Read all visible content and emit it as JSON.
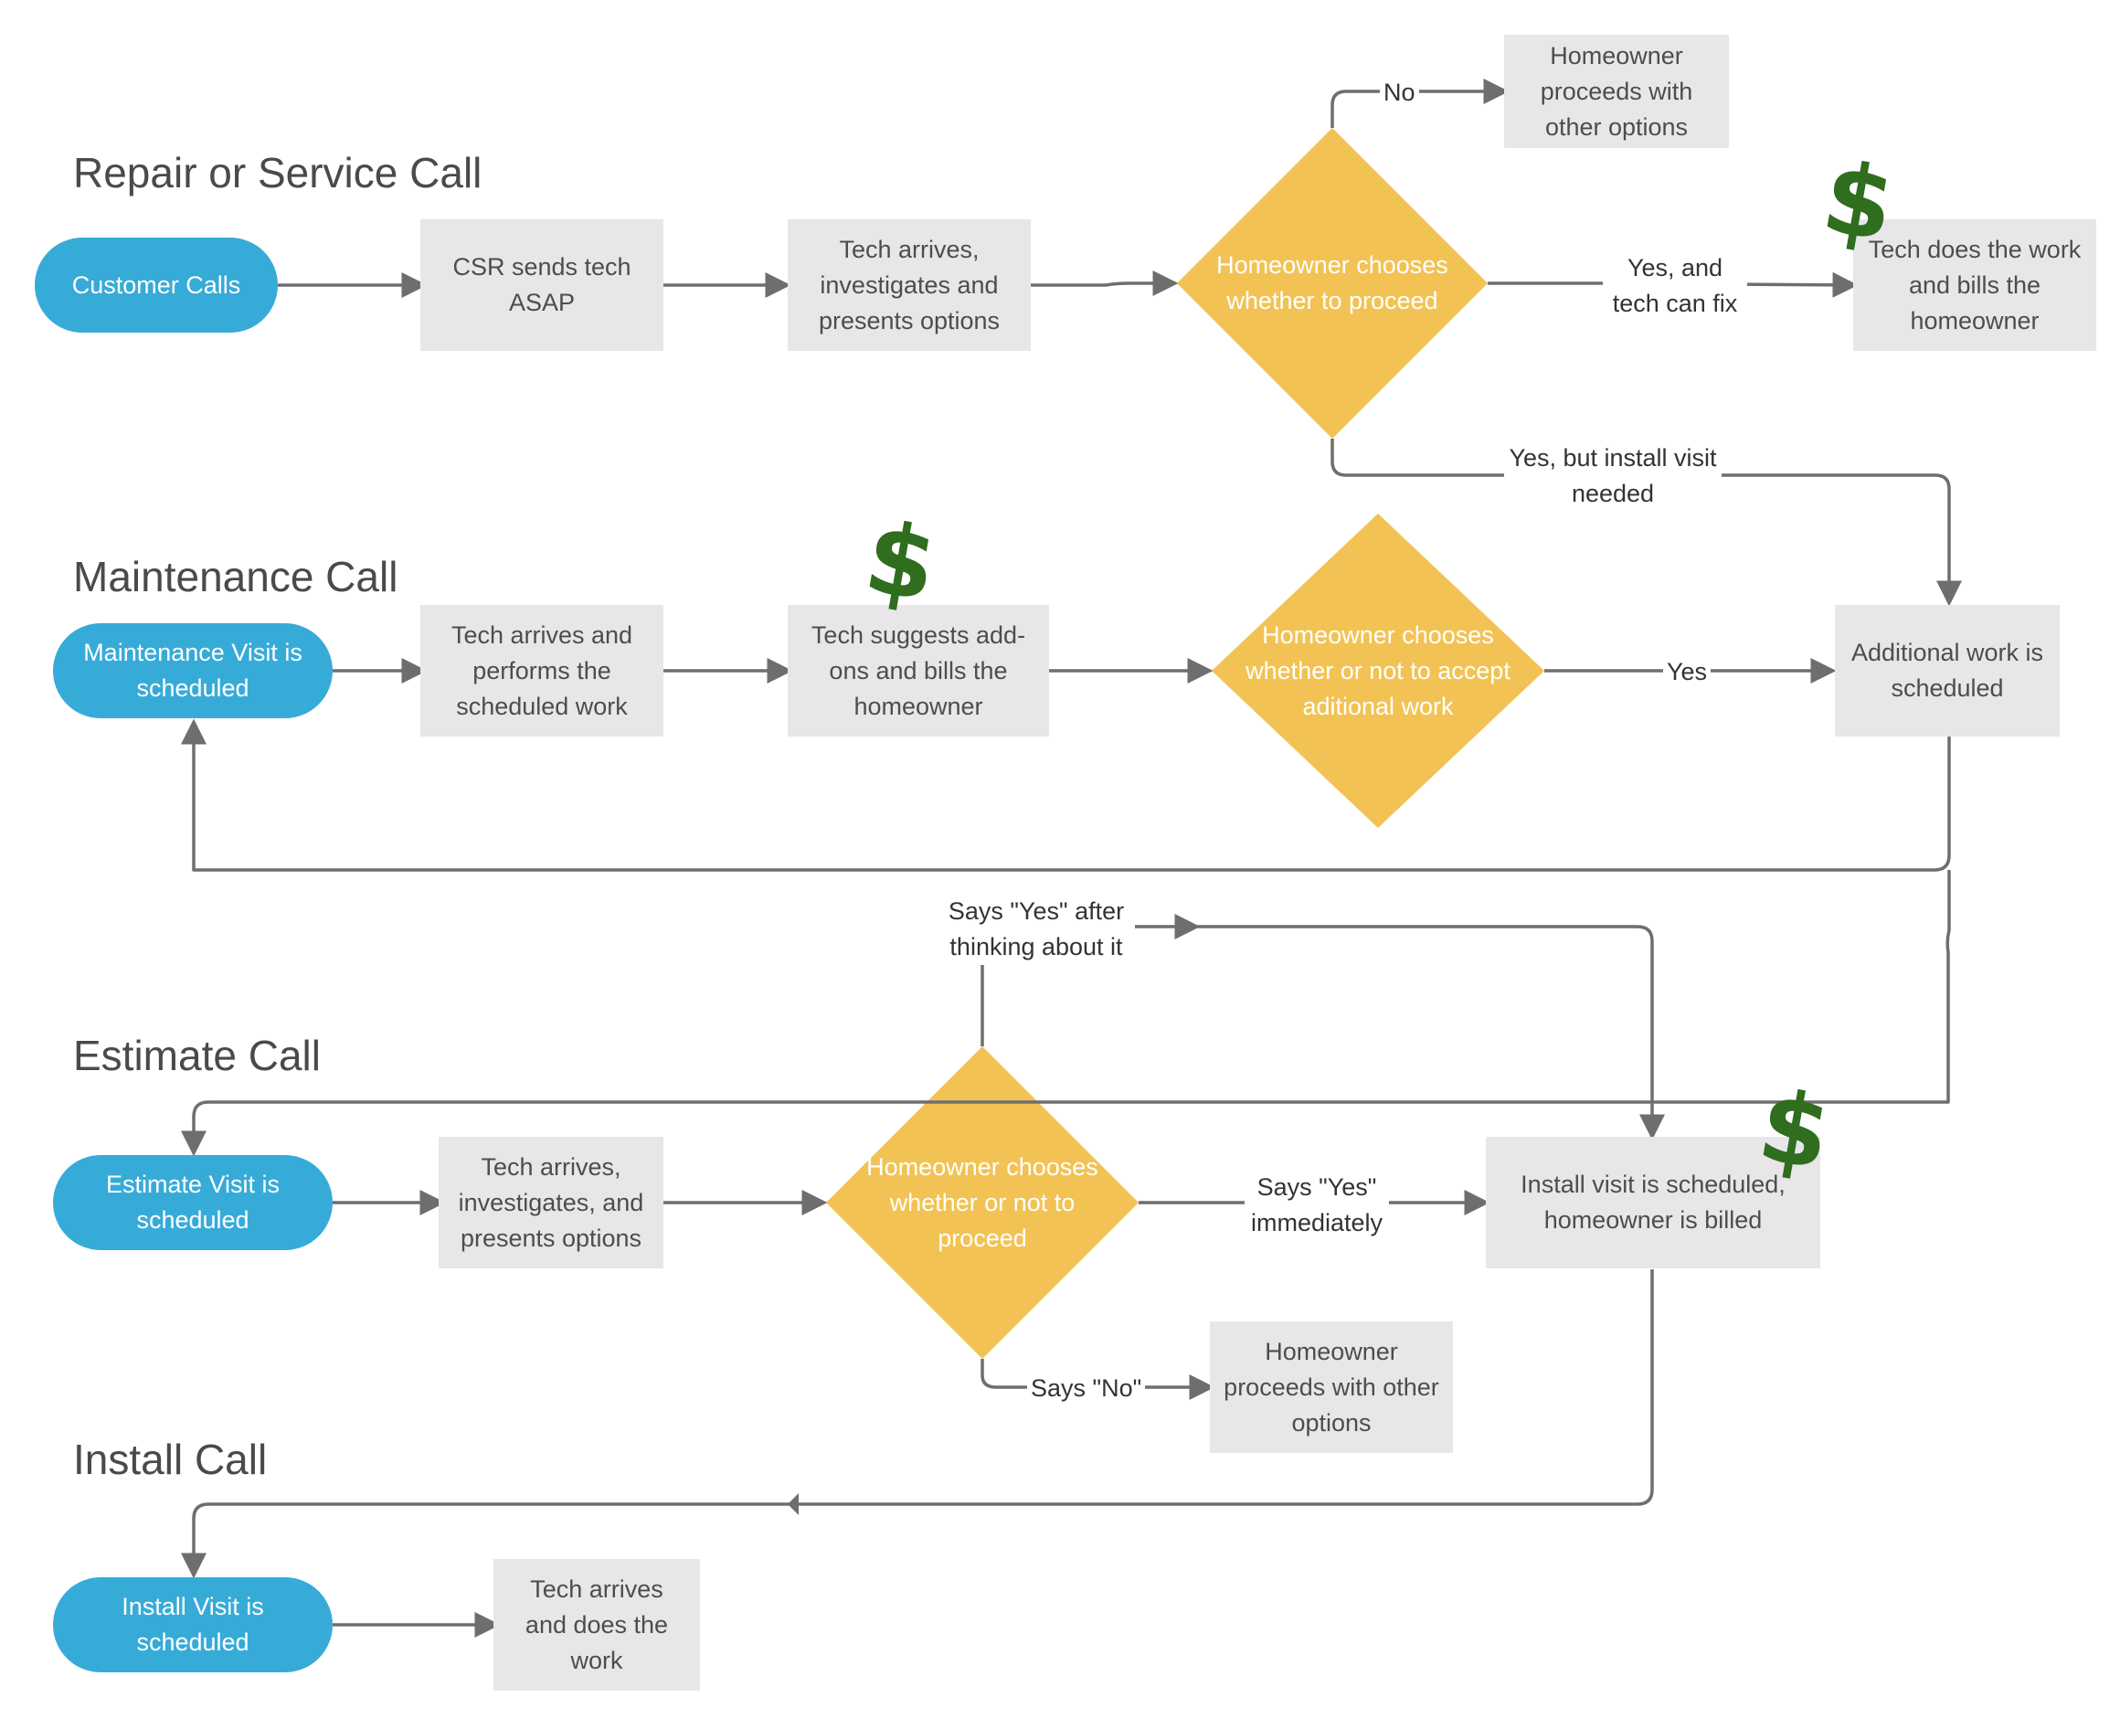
{
  "sections": {
    "repair": "Repair or Service Call",
    "maintenance": "Maintenance Call",
    "estimate": "Estimate Call",
    "install": "Install Call"
  },
  "nodes": {
    "customer_calls": "Customer Calls",
    "csr_sends_tech": "CSR sends tech ASAP",
    "tech_arrives_investigates": "Tech arrives, investigates and presents options",
    "decision_proceed": "Homeowner chooses whether to proceed",
    "homeowner_other_top": "Homeowner proceeds with other options",
    "tech_does_work_bills": "Tech does the work and bills the homeowner",
    "maintenance_visit": "Maintenance Visit is scheduled",
    "tech_performs_work": "Tech arrives and performs the scheduled work",
    "tech_suggests_addons": "Tech suggests add-ons and bills the homeowner",
    "decision_accept_additional": "Homeowner chooses whether or not to accept aditional work",
    "additional_work_scheduled": "Additional work is scheduled",
    "estimate_visit": "Estimate Visit is scheduled",
    "tech_arrives_investigates_2": "Tech arrives, investigates, and presents options",
    "decision_estimate": "Homeowner chooses whether or not to proceed",
    "install_scheduled_billed": "Install visit is scheduled, homeowner is billed",
    "homeowner_other_bottom": "Homeowner proceeds with other options",
    "install_visit": "Install Visit is scheduled",
    "tech_does_work": "Tech arrives and does the work"
  },
  "edge_labels": {
    "no": "No",
    "yes_tech_can_fix": "Yes, and tech can fix",
    "yes_install_needed": "Yes, but install visit needed",
    "yes": "Yes",
    "says_yes_later": "Says \"Yes\" after thinking about it",
    "says_yes_immediately": "Says \"Yes\" immediately",
    "says_no": "Says \"No\""
  },
  "symbols": {
    "dollar": "$"
  },
  "colors": {
    "terminal": "#37abd8",
    "process": "#e8e6e9",
    "decision": "#f2c354",
    "connector": "#6e6e6e",
    "dollar": "#2f6d1f"
  }
}
